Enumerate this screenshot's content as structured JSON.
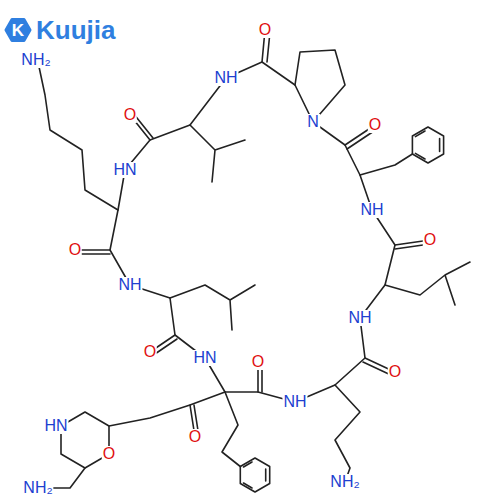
{
  "diagram": {
    "labels": [
      "K",
      "Kuujia",
      "NH₂",
      "O",
      "NH",
      "O",
      "N",
      "O",
      "HN",
      "NH",
      "O",
      "O",
      "NH",
      "NH",
      "O",
      "HN",
      "O",
      "O",
      "NH",
      "HN",
      "O",
      "O",
      "NH₂",
      "NH₂"
    ]
  }
}
